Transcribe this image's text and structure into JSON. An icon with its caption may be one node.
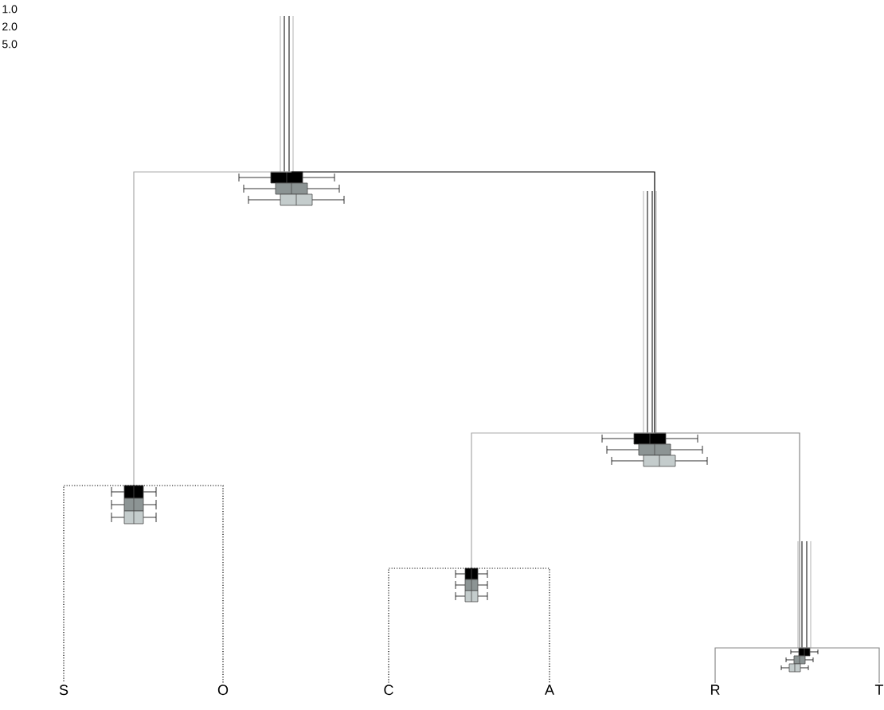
{
  "diagram": {
    "nodes": [
      {
        "text": [],
        "shape": "box"
      },
      {
        "text": [],
        "shape": "box"
      },
      {
        "text": [],
        "shape": "box"
      },
      {
        "text": [],
        "shape": "box"
      },
      {
        "text": [],
        "shape": "box"
      },
      {
        "text": [
          "S"
        ]
      },
      {
        "text": [
          "O"
        ]
      },
      {
        "text": [
          "C"
        ]
      },
      {
        "text": [
          "A"
        ]
      },
      {
        "text": [
          "R"
        ]
      },
      {
        "text": [
          "T"
        ]
      }
    ],
    "edges": [
      {
        "from": 0,
        "to": 1,
        "arrow": "none",
        "color": "#aaaaaa"
      },
      {
        "from": 0,
        "to": 2,
        "arrow": "none"
      },
      {
        "from": 2,
        "to": 3,
        "arrow": "none",
        "color": "#aaaaaa"
      },
      {
        "from": 2,
        "to": 4,
        "arrow": "none",
        "color": "#888888"
      },
      {
        "from": 1,
        "to": 5,
        "arrow": "none",
        "style": "dashed"
      },
      {
        "from": 1,
        "to": 6,
        "arrow": "none",
        "style": "dashed"
      },
      {
        "from": 3,
        "to": 7,
        "arrow": "none",
        "style": "dashed"
      },
      {
        "from": 3,
        "to": 8,
        "arrow": "none",
        "style": "dashed"
      },
      {
        "from": 4,
        "to": 9,
        "arrow": "none",
        "color": "#888888"
      },
      {
        "from": 4,
        "to": 10,
        "arrow": "none",
        "color": "#888888"
      }
    ],
    "labels": [
      "1.0",
      "2.0",
      "5.0"
    ]
  }
}
